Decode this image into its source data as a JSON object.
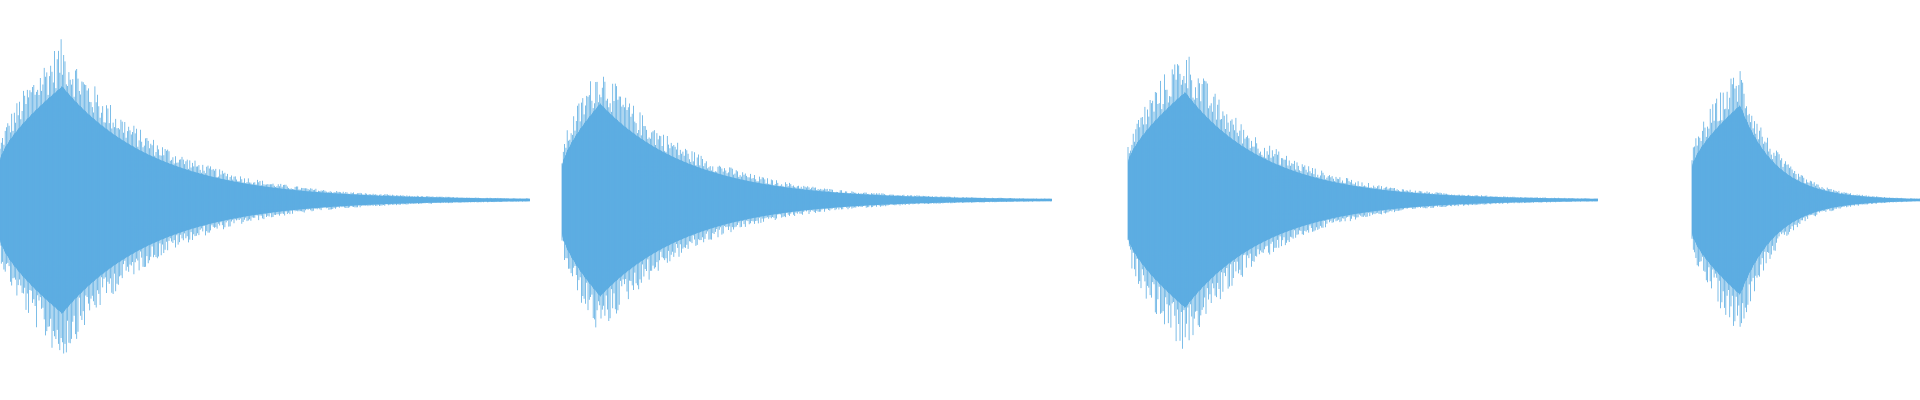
{
  "waveform": {
    "color": "#5dade2",
    "background": "#ffffff",
    "channels": 1,
    "note_count": 4,
    "notes": [
      {
        "index": 1,
        "peak_amplitude": 0.79
      },
      {
        "index": 2,
        "peak_amplitude": 0.67
      },
      {
        "index": 3,
        "peak_amplitude": 0.75
      },
      {
        "index": 4,
        "peak_amplitude": 0.66
      }
    ]
  }
}
